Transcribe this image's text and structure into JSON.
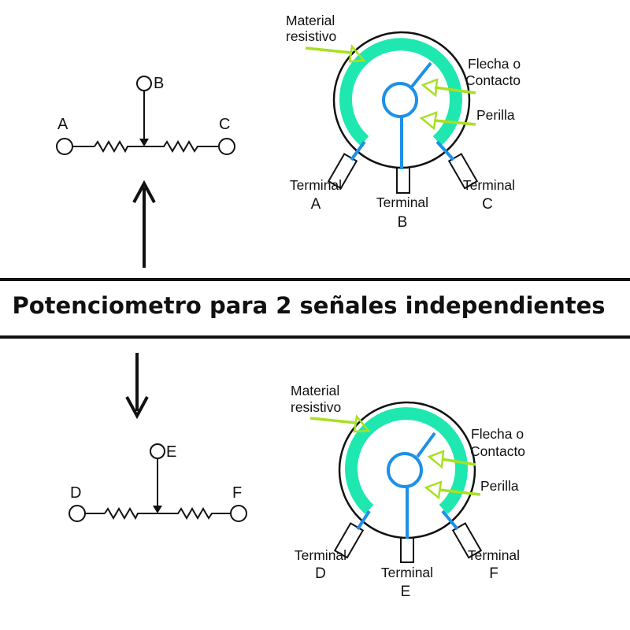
{
  "title": "Potenciometro para 2 señales independientes",
  "colors": {
    "resistive": "#1ee8b0",
    "wiper": "#1e90e6",
    "annotation": "#a8e022",
    "line": "#111111"
  },
  "top": {
    "schematic": {
      "end_left": "A",
      "wiper": "B",
      "end_right": "C"
    },
    "labels": {
      "material_1": "Material",
      "material_2": "resistivo",
      "arrow_1": "Flecha o",
      "arrow_2": "Contacto",
      "knob": "Perilla",
      "terminal_word": "Terminal",
      "terminal_left": "A",
      "terminal_mid": "B",
      "terminal_right": "C"
    }
  },
  "bottom": {
    "schematic": {
      "end_left": "D",
      "wiper": "E",
      "end_right": "F"
    },
    "labels": {
      "material_1": "Material",
      "material_2": "resistivo",
      "arrow_1": "Flecha o",
      "arrow_2": "Contacto",
      "knob": "Perilla",
      "terminal_word": "Terminal",
      "terminal_left": "D",
      "terminal_mid": "E",
      "terminal_right": "F"
    }
  }
}
